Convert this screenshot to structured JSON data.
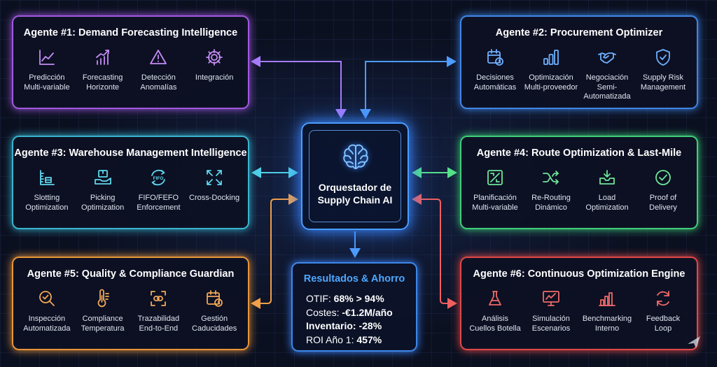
{
  "orchestrator": {
    "title": "Orquestador de\nSupply Chain AI",
    "icon": "brain-icon"
  },
  "agents": [
    {
      "title": "Agente #1: Demand Forecasting Intelligence",
      "color": "#a158e0",
      "features": [
        {
          "label": "Predicción\nMulti-variable",
          "icon": "line-chart-icon"
        },
        {
          "label": "Forecasting\nHorizonte",
          "icon": "bar-trend-icon"
        },
        {
          "label": "Detección\nAnomalías",
          "icon": "warning-icon"
        },
        {
          "label": "Integración",
          "icon": "gear-icon"
        }
      ]
    },
    {
      "title": "Agente #2: Procurement Optimizer",
      "color": "#3f86e6",
      "features": [
        {
          "label": "Decisiones\nAutomáticas",
          "icon": "calendar-clock-icon"
        },
        {
          "label": "Optimización\nMulti-proveedor",
          "icon": "bar-chart-icon"
        },
        {
          "label": "Negociación\nSemi-\nAutomatizada",
          "icon": "handshake-icon"
        },
        {
          "label": "Supply Risk\nManagement",
          "icon": "shield-check-icon"
        }
      ]
    },
    {
      "title": "Agente #3: Warehouse Management Intelligence",
      "color": "#39b5cf",
      "features": [
        {
          "label": "Slotting\nOptimization",
          "icon": "ruler-icon"
        },
        {
          "label": "Picking\nOptimization",
          "icon": "hand-box-icon"
        },
        {
          "label": "FIFO/FEFO\nEnforcement",
          "icon": "fifo-cycle-icon",
          "icon_text": "FIFO"
        },
        {
          "label": "Cross-Docking",
          "icon": "expand-arrows-icon"
        }
      ]
    },
    {
      "title": "Agente #4: Route Optimization & Last-Mile",
      "color": "#3fcf7a",
      "features": [
        {
          "label": "Planificación\nMulti-variable",
          "icon": "route-plan-icon"
        },
        {
          "label": "Re-Routing\nDinámico",
          "icon": "reroute-icon"
        },
        {
          "label": "Load\nOptimization",
          "icon": "tray-download-icon"
        },
        {
          "label": "Proof of\nDelivery",
          "icon": "check-circle-icon"
        }
      ]
    },
    {
      "title": "Agente #5: Quality & Compliance Guardian",
      "color": "#e8953a",
      "features": [
        {
          "label": "Inspección\nAutomatizada",
          "icon": "magnifier-check-icon"
        },
        {
          "label": "Compliance\nTemperatura",
          "icon": "thermometer-icon"
        },
        {
          "label": "Trazabilidad\nEnd-to-End",
          "icon": "scan-link-icon"
        },
        {
          "label": "Gestión\nCaducidades",
          "icon": "calendar-clock-icon"
        }
      ]
    },
    {
      "title": "Agente #6: Continuous Optimization Engine",
      "color": "#e04848",
      "features": [
        {
          "label": "Análisis\nCuellos Botella",
          "icon": "flask-icon"
        },
        {
          "label": "Simulación\nEscenarios",
          "icon": "monitor-chart-icon"
        },
        {
          "label": "Benchmarking\nInterno",
          "icon": "bar-chart-icon"
        },
        {
          "label": "Feedback\nLoop",
          "icon": "refresh-icon"
        }
      ]
    }
  ],
  "results": {
    "title": "Resultados & Ahorro",
    "lines": [
      {
        "label": "OTIF: ",
        "value": "68% > 94%"
      },
      {
        "label": "Costes: ",
        "value": "-€1.2M/año"
      },
      {
        "label": "Inventario: ",
        "value": "-28%"
      },
      {
        "label": "ROI Año 1: ",
        "value": "457%"
      }
    ]
  }
}
